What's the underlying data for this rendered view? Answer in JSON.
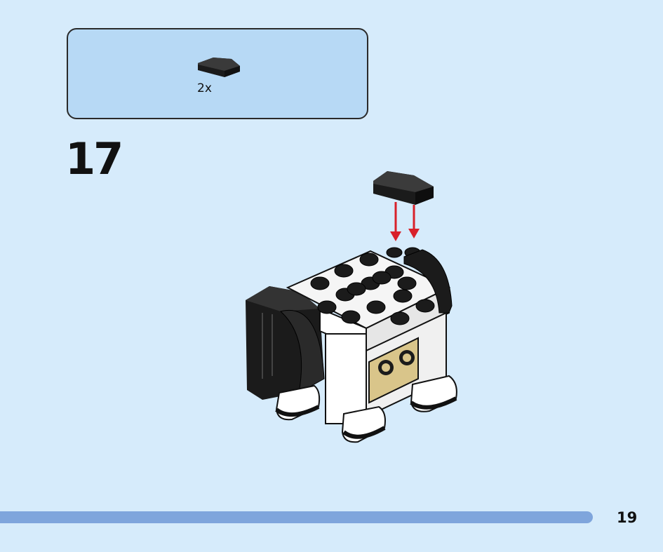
{
  "parts_list": {
    "items": [
      {
        "name": "black-curved-slope-1x2",
        "quantity": "2x",
        "color": "#1b1b1b"
      }
    ]
  },
  "step": {
    "number": "17"
  },
  "page": {
    "number": "19"
  },
  "colors": {
    "background": "#d6ebfb",
    "parts_box": "#b7d9f5",
    "progress_bar": "#7fa5dc",
    "arrow": "#d8202a",
    "brick_black": "#1b1b1b",
    "brick_white": "#ffffff",
    "brick_tan": "#d9c58a"
  }
}
